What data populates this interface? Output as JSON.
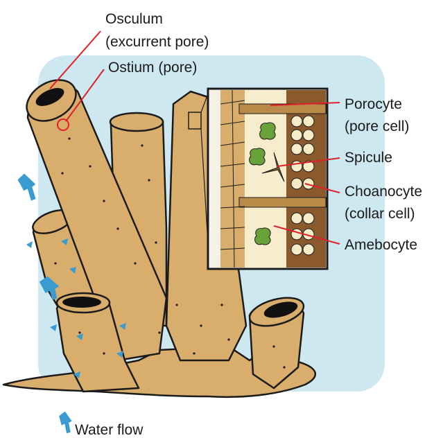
{
  "labels": {
    "osculum_line1": "Osculum",
    "osculum_line2": "(excurrent pore)",
    "ostium": "Ostium (pore)",
    "porocyte_line1": "Porocyte",
    "porocyte_line2": "(pore cell)",
    "spicule": "Spicule",
    "choanocyte_line1": "Choanocyte",
    "choanocyte_line2": "(collar cell)",
    "amebocyte": "Amebocyte",
    "water_flow": "Water flow"
  },
  "colors": {
    "background_panel": "#cde8f0",
    "sponge_body": "#d9ae6c",
    "sponge_shadow": "#b98a48",
    "leader_line": "#e0202a",
    "water_arrow": "#3a9bd1",
    "tissue_brown": "#8a5a2c",
    "cell_green": "#6aa23a",
    "collar_cell": "#f3ecc4",
    "inset_fill": "#f7eccb"
  },
  "icons": [
    "water-flow-arrow-icon"
  ]
}
